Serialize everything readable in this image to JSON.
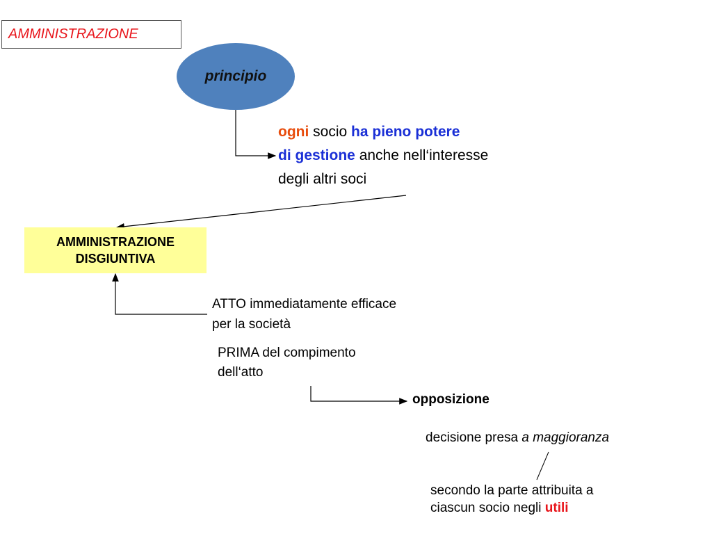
{
  "title": "AMMINISTRAZIONE",
  "principle_label": "principio",
  "principle_text": {
    "w1": "ogni",
    "w2": " socio ",
    "w3": "ha pieno potere",
    "w4": "di gestione",
    "w5": " anche nell‘interesse",
    "w6": "degli altri soci"
  },
  "disjoint_box": {
    "line1": "AMMINISTRAZIONE",
    "line2": "DISGIUNTIVA"
  },
  "atto": {
    "line1": "ATTO immediatamente efficace",
    "line2": "per la società"
  },
  "prima": {
    "line1": "PRIMA del compimento",
    "line2": "dell‘atto"
  },
  "opposition": "opposizione",
  "decision": {
    "text": "decisione presa ",
    "emph": "a maggioranza"
  },
  "according": {
    "line1": "secondo la parte attribuita a",
    "line2": "ciascun socio negli ",
    "emph": "utili"
  },
  "colors": {
    "ellipse": "#4f81bd",
    "box": "#ffff99",
    "red": "#e8141a",
    "blue": "#1a2fd6"
  }
}
